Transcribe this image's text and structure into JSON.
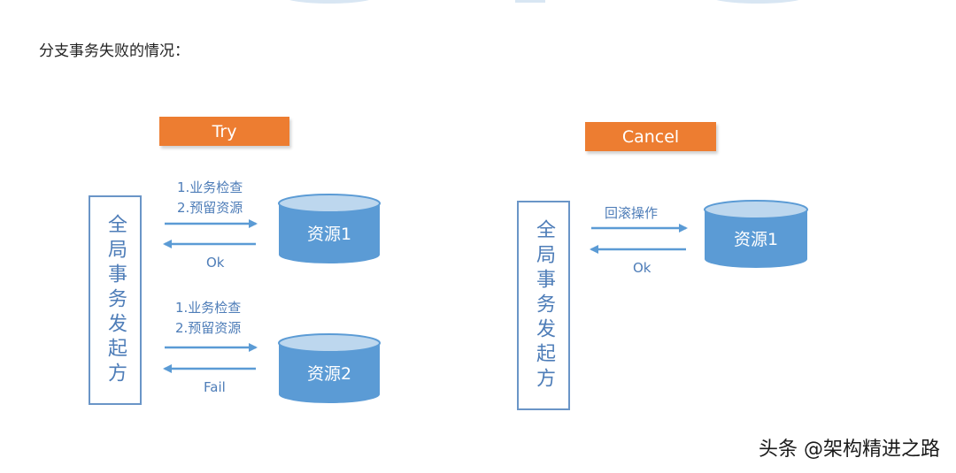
{
  "heading": "分支事务失败的情况：",
  "try_panel": {
    "phase_label": "Try",
    "initiator": "全局事务发起方",
    "rows": [
      {
        "request": "1.业务检查\n2.预留资源",
        "resource": "资源1",
        "response": "Ok"
      },
      {
        "request": "1.业务检查\n2.预留资源",
        "resource": "资源2",
        "response": "Fail"
      }
    ]
  },
  "cancel_panel": {
    "phase_label": "Cancel",
    "initiator": "全局事务发起方",
    "request": "回滚操作",
    "resource": "资源1",
    "response": "Ok"
  },
  "watermark": "头条 @架构精进之路",
  "colors": {
    "phase_bg": "#ED7D31",
    "db_fill": "#5B9BD5",
    "db_top": "#BDD7EE",
    "stroke": "#6A95C7",
    "text_blue": "#4E7DB8"
  }
}
